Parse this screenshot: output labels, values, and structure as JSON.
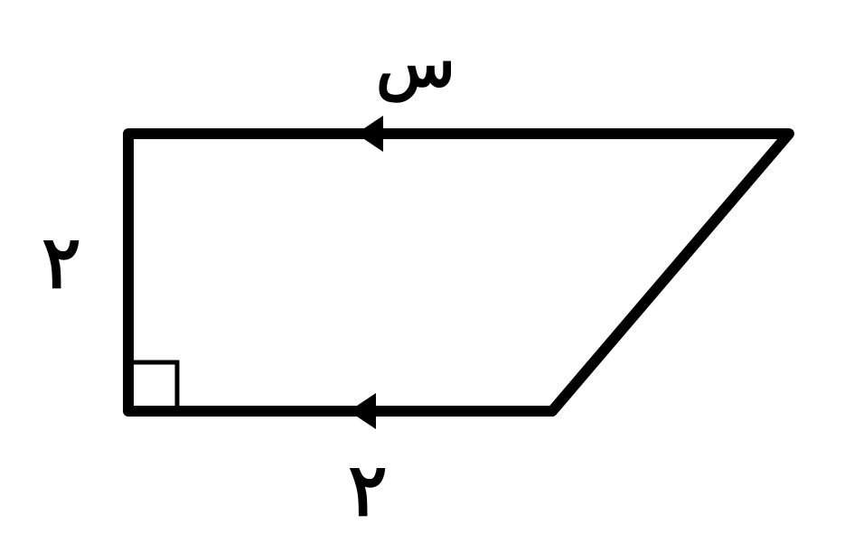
{
  "diagram": {
    "labels": {
      "top": "س",
      "left": "٢",
      "bottom": "٢"
    },
    "stroke_color": "#000000",
    "background": "#ffffff",
    "parallel_marker": "arrow-marker",
    "right_angle_marker": "right-angle-marker"
  }
}
